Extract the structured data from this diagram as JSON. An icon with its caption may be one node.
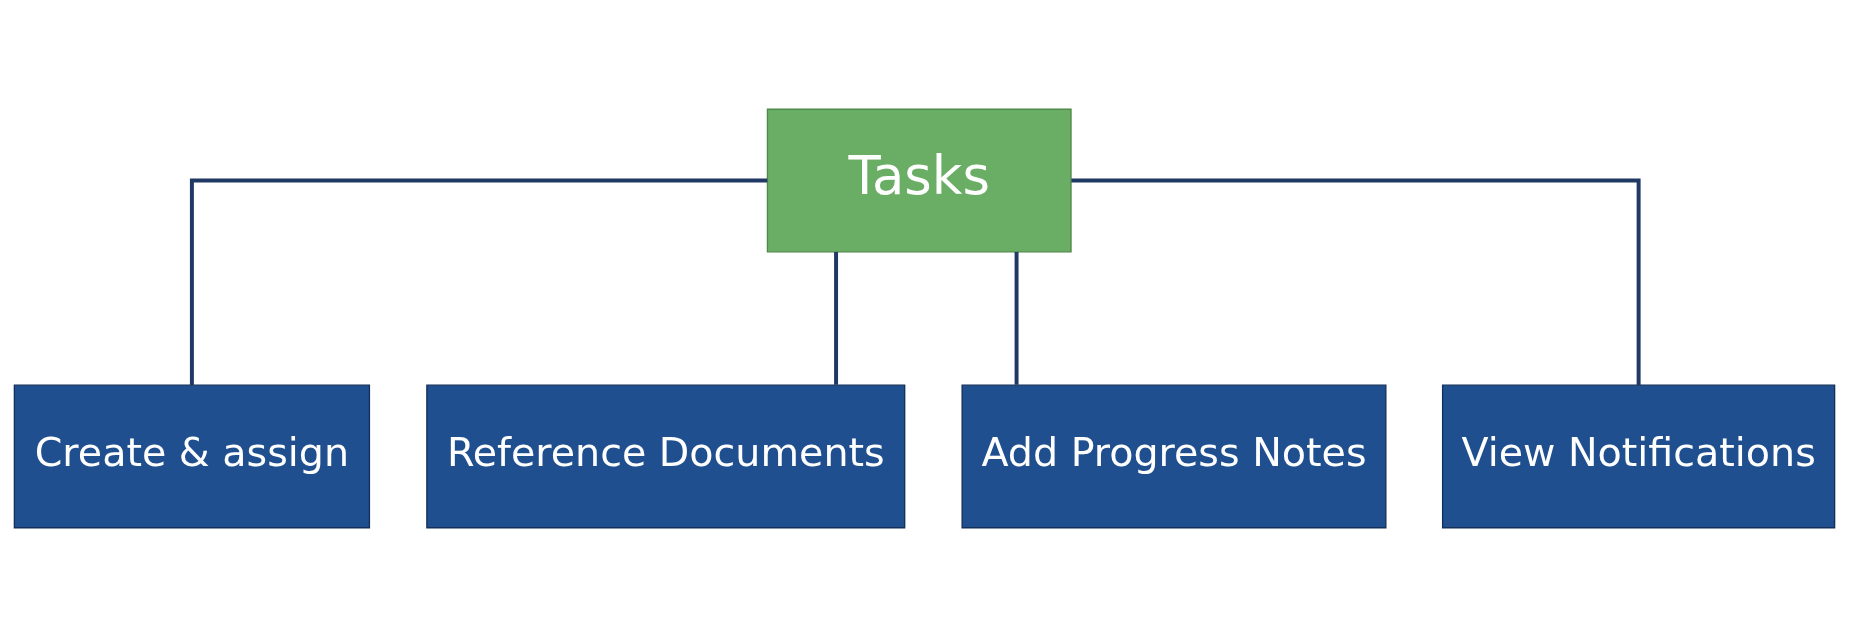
{
  "diagram": {
    "nodes": [
      {
        "text": [
          "Tasks"
        ]
      },
      {
        "text": [
          "Create & assign"
        ]
      },
      {
        "text": [
          "Reference Documents"
        ]
      },
      {
        "text": [
          "Add Progress Notes"
        ]
      },
      {
        "text": [
          "View Notifications"
        ]
      }
    ],
    "edges": [
      {
        "from": 0,
        "to": 1,
        "arrow": "none"
      },
      {
        "from": 0,
        "to": 2,
        "arrow": "none"
      },
      {
        "from": 0,
        "to": 3,
        "arrow": "none"
      },
      {
        "from": 0,
        "to": 4,
        "arrow": "none"
      }
    ]
  }
}
